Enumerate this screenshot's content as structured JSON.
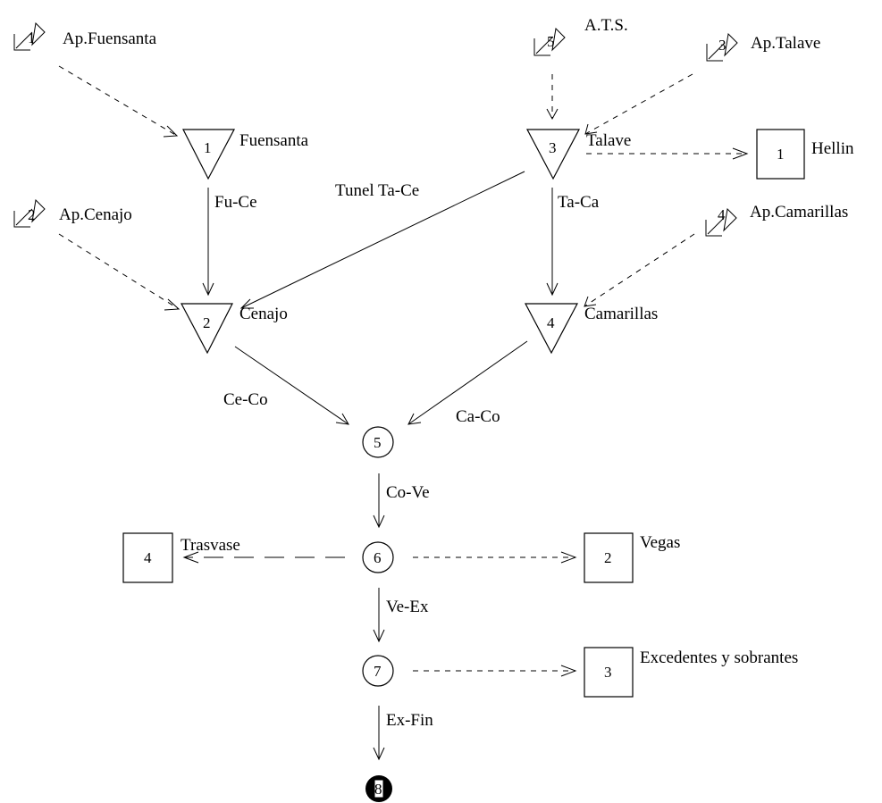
{
  "inflows": {
    "f1": {
      "num": "1",
      "label": "Ap.Fuensanta"
    },
    "f2": {
      "num": "2",
      "label": "Ap.Cenajo"
    },
    "f3": {
      "num": "3",
      "label": "Ap.Talave"
    },
    "f4": {
      "num": "4",
      "label": "Ap.Camarillas"
    },
    "f5": {
      "num": "5",
      "label": "A.T.S."
    }
  },
  "reservoirs": {
    "r1": {
      "num": "1",
      "label": "Fuensanta"
    },
    "r2": {
      "num": "2",
      "label": "Cenajo"
    },
    "r3": {
      "num": "3",
      "label": "Talave"
    },
    "r4": {
      "num": "4",
      "label": "Camarillas"
    }
  },
  "nodes": {
    "n5": "5",
    "n6": "6",
    "n7": "7",
    "n8": "8"
  },
  "demands": {
    "d1": {
      "num": "1",
      "label": "Hellin"
    },
    "d2": {
      "num": "2",
      "label": "Vegas"
    },
    "d3": {
      "num": "3",
      "label": "Excedentes y sobrantes"
    },
    "d4": {
      "num": "4",
      "label": "Trasvase"
    }
  },
  "links": {
    "fu_ce": "Fu-Ce",
    "tunel_ta_ce": "Tunel Ta-Ce",
    "ta_ca": "Ta-Ca",
    "ce_co": "Ce-Co",
    "ca_co": "Ca-Co",
    "co_ve": "Co-Ve",
    "ve_ex": "Ve-Ex",
    "ex_fin": "Ex-Fin"
  },
  "colors": {
    "line": "#000000",
    "background": "#ffffff",
    "terminal_fill": "#000000"
  }
}
